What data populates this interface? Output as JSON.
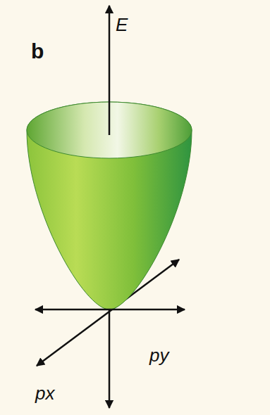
{
  "diagram": {
    "labels": [
      "b",
      "E",
      "py",
      "px"
    ]
  }
}
